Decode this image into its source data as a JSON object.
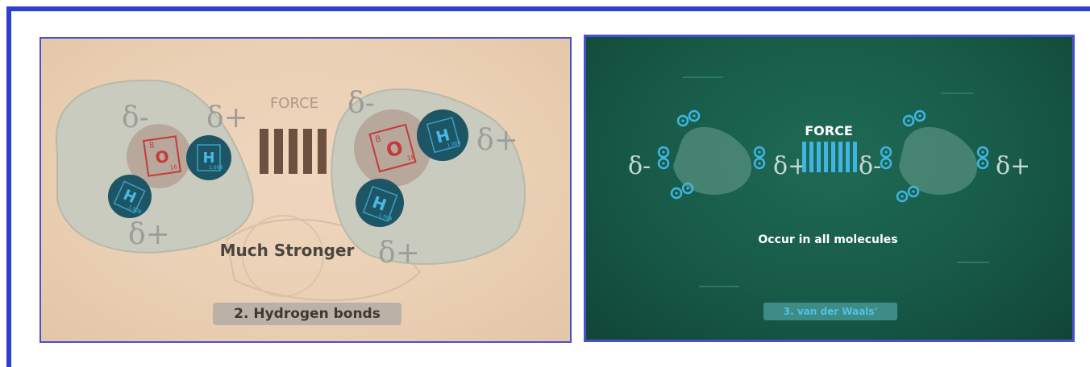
{
  "hydrogen_panel": {
    "force_label": "FORCE",
    "strength_label": "Much Stronger",
    "caption": "2. Hydrogen bonds",
    "delta_minus": "δ-",
    "delta_plus": "δ+",
    "oxygen": {
      "symbol": "O",
      "number": "8",
      "mass": "16"
    },
    "hydrogen": {
      "symbol": "H",
      "mass": "1.008"
    },
    "colors": {
      "background": "#ebd1b6",
      "oxygen": "#c43a3a",
      "hydrogen_atom": "#1e5565",
      "force_bars": "#6e5040"
    }
  },
  "vdw_panel": {
    "force_label": "FORCE",
    "description": "Occur in all molecules",
    "caption": "3. van der Waals'",
    "delta_minus": "δ-",
    "delta_plus": "δ+",
    "colors": {
      "background": "#175a47",
      "electron": "#3fb5e4",
      "force_bars": "#3fb5e4"
    }
  }
}
